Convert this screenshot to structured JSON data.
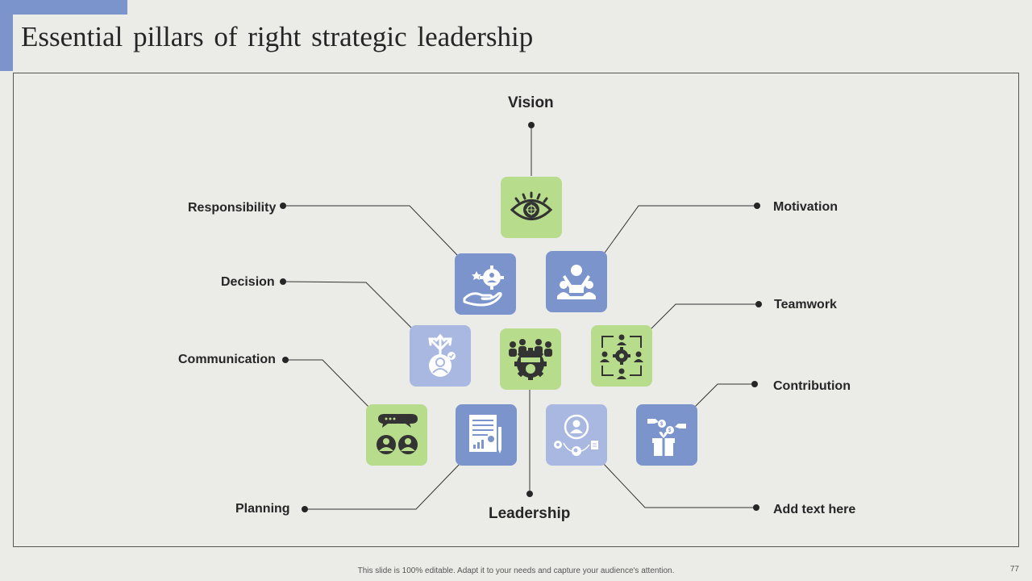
{
  "title": "Essential pillars of right strategic leadership",
  "labels": {
    "vision": "Vision",
    "leadership": "Leadership",
    "responsibility": "Responsibility",
    "decision": "Decision",
    "communication": "Communication",
    "planning": "Planning",
    "motivation": "Motivation",
    "teamwork": "Teamwork",
    "contribution": "Contribution",
    "add_text": "Add text here"
  },
  "footer": "This slide is 100% editable. Adapt it to your needs and capture your audience's attention.",
  "page_number": "77",
  "colors": {
    "accent": "#7b94cc",
    "green_tile": "#b7dc8b",
    "blue_tile": "#7b94cc",
    "light_blue_tile": "#a9b8e0"
  },
  "icons": [
    "eye-icon",
    "hand-gear-icon",
    "team-leader-icon",
    "decision-arrows-icon",
    "team-gear-icon",
    "teamwork-network-icon",
    "chat-people-icon",
    "report-document-icon",
    "person-search-icon",
    "contribution-gift-icon"
  ]
}
